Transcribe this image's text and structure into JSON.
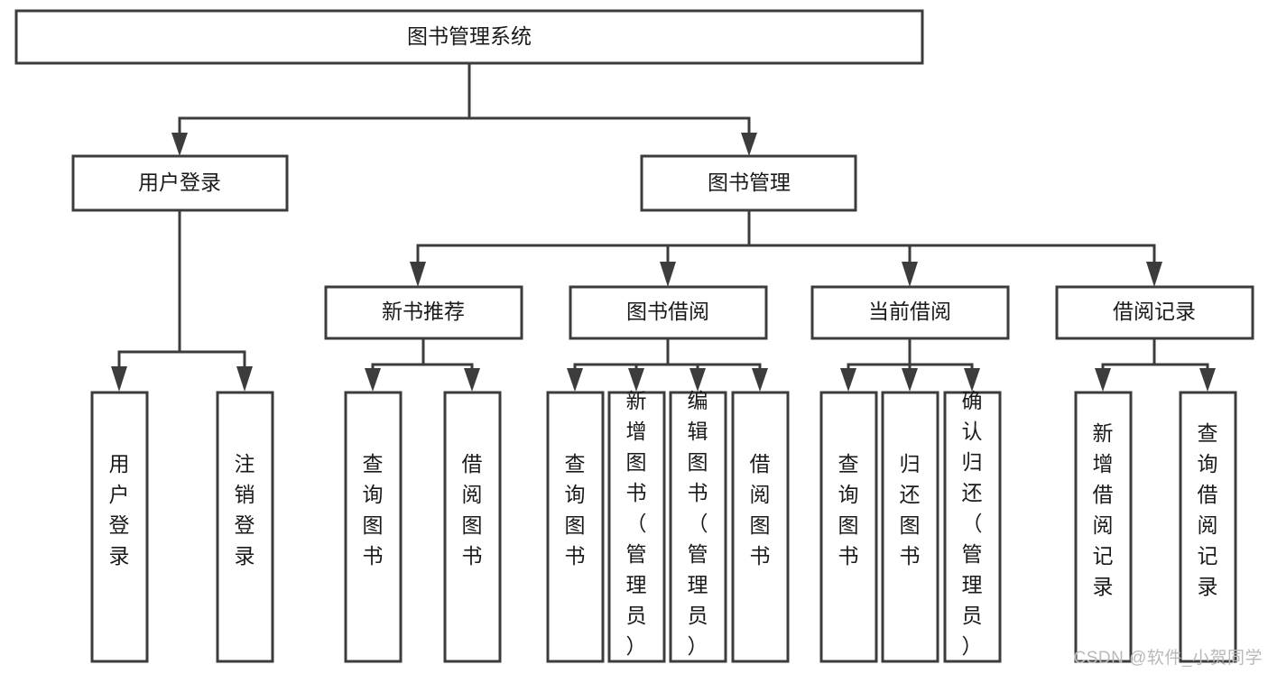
{
  "diagram": {
    "type": "tree",
    "title": "图书管理系统",
    "watermark": "CSDN @软件_小贺同学",
    "colors": {
      "background": "#ffffff",
      "stroke": "#3c3c3c",
      "box_fill": "#ffffff",
      "text": "#1a1a1a",
      "watermark": "#b9b9b9"
    },
    "levels": {
      "root": {
        "label": "图书管理系统"
      },
      "level1": [
        {
          "label": "用户登录"
        },
        {
          "label": "图书管理"
        }
      ],
      "level2": [
        {
          "label": "新书推荐"
        },
        {
          "label": "图书借阅"
        },
        {
          "label": "当前借阅"
        },
        {
          "label": "借阅记录"
        }
      ],
      "leaves_user_login": [
        {
          "label": "用户登录"
        },
        {
          "label": "注销登录"
        }
      ],
      "leaves_new_book": [
        {
          "label": "查询图书"
        },
        {
          "label": "借阅图书"
        }
      ],
      "leaves_book_borrow": [
        {
          "label": "查询图书"
        },
        {
          "label": "新增图书（管理员）"
        },
        {
          "label": "编辑图书（管理员）"
        },
        {
          "label": "借阅图书"
        }
      ],
      "leaves_current_borrow": [
        {
          "label": "查询图书"
        },
        {
          "label": "归还图书"
        },
        {
          "label": "确认归还（管理员）"
        }
      ],
      "leaves_borrow_record": [
        {
          "label": "新增借阅记录"
        },
        {
          "label": "查询借阅记录"
        }
      ]
    }
  }
}
